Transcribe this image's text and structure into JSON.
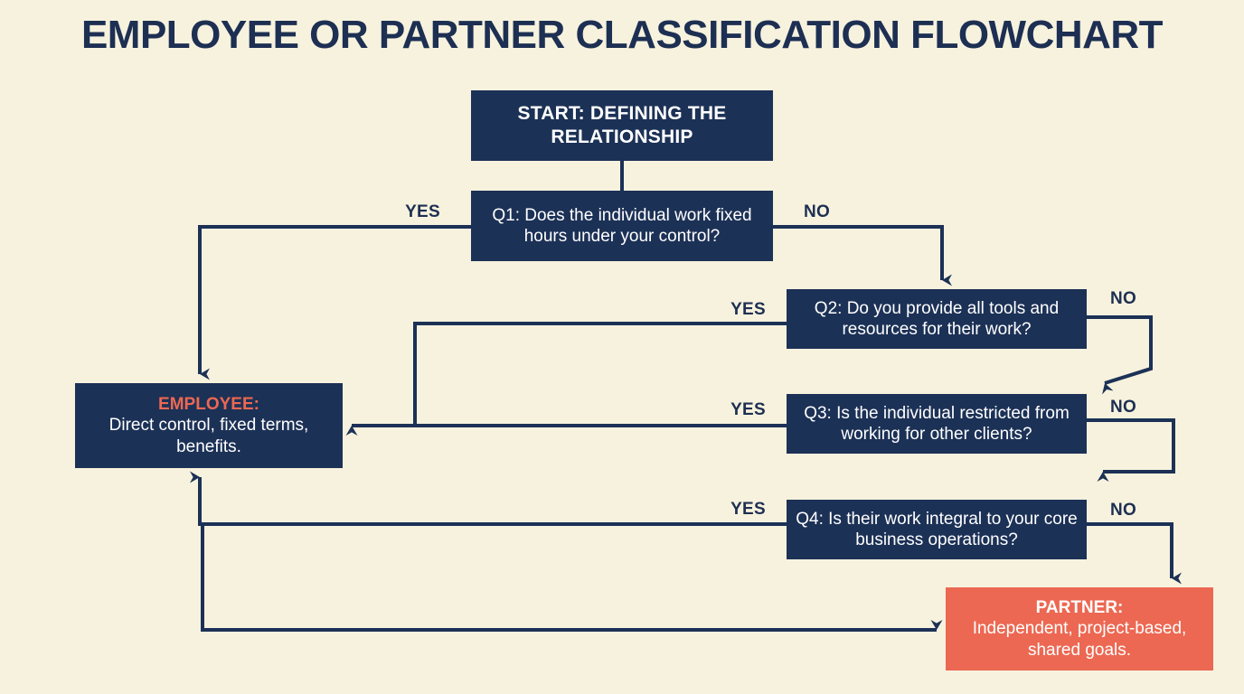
{
  "page": {
    "title": "EMPLOYEE OR PARTNER CLASSIFICATION FLOWCHART",
    "background_color": "#f7f2de",
    "navy": "#1c3156",
    "coral": "#ec6852",
    "text_light": "#ffffff"
  },
  "nodes": {
    "start": {
      "text": "START: DEFINING THE RELATIONSHIP",
      "type": "start",
      "fill": "#1c3156"
    },
    "q1": {
      "text": "Q1: Does the individual work fixed hours under your control?",
      "type": "decision",
      "fill": "#1c3156"
    },
    "q2": {
      "text": "Q2: Do you provide all tools and resources for their work?",
      "type": "decision",
      "fill": "#1c3156"
    },
    "q3": {
      "text": "Q3: Is the individual restricted from working for other clients?",
      "type": "decision",
      "fill": "#1c3156"
    },
    "q4": {
      "text": "Q4: Is their work integral to your core business operations?",
      "type": "decision",
      "fill": "#1c3156"
    },
    "employee": {
      "heading": "EMPLOYEE:",
      "body": "Direct control, fixed terms, benefits.",
      "type": "outcome",
      "fill": "#1c3156",
      "heading_color": "#ec6852"
    },
    "partner": {
      "heading": "PARTNER:",
      "body": "Independent, project-based, shared goals.",
      "type": "outcome",
      "fill": "#ec6852",
      "heading_color": "#ffffff"
    }
  },
  "edges": {
    "q1_yes": {
      "label": "YES",
      "from": "q1",
      "to": "employee"
    },
    "q1_no": {
      "label": "NO",
      "from": "q1",
      "to": "q2"
    },
    "q2_yes": {
      "label": "YES",
      "from": "q2",
      "to": "employee"
    },
    "q2_no": {
      "label": "NO",
      "from": "q2",
      "to": "q3"
    },
    "q3_yes": {
      "label": "YES",
      "from": "q3",
      "to": "employee"
    },
    "q3_no": {
      "label": "NO",
      "from": "q3",
      "to": "q4"
    },
    "q4_yes": {
      "label": "YES",
      "from": "q4",
      "to": "employee"
    },
    "q4_no": {
      "label": "NO",
      "from": "q4",
      "to": "partner"
    }
  }
}
